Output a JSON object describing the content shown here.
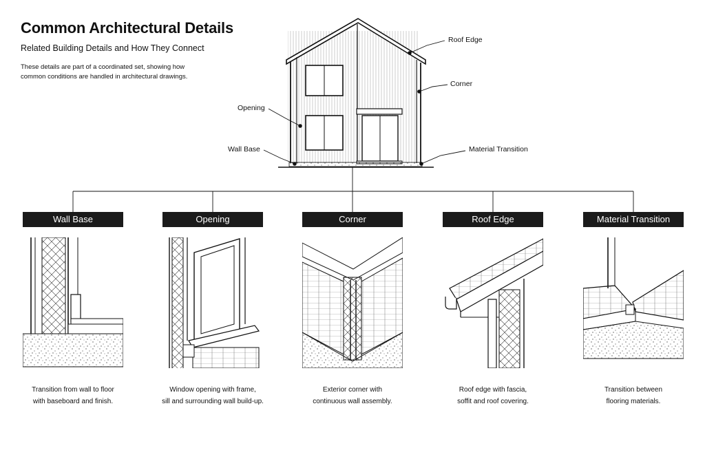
{
  "title": "Common Architectural Details",
  "subtitle": "Related Building Details and How They Connect",
  "intro": [
    "These details are part of a coordinated set, showing how",
    "common conditions are handled in architectural drawings."
  ],
  "callouts": {
    "roof_edge": "Roof Edge",
    "corner": "Corner",
    "opening": "Opening",
    "wall_base": "Wall Base",
    "material_transition": "Material Transition"
  },
  "details": [
    {
      "label": "Wall Base",
      "caption": [
        "Transition from wall to floor",
        "with baseboard and finish."
      ]
    },
    {
      "label": "Opening",
      "caption": [
        "Window opening with frame,",
        "sill and surrounding wall build-up."
      ]
    },
    {
      "label": "Corner",
      "caption": [
        "Exterior corner with",
        "continuous wall assembly."
      ]
    },
    {
      "label": "Roof Edge",
      "caption": [
        "Roof edge with fascia,",
        "soffit and roof covering."
      ]
    },
    {
      "label": "Material Transition",
      "caption": [
        "Transition between",
        "flooring materials."
      ]
    }
  ]
}
